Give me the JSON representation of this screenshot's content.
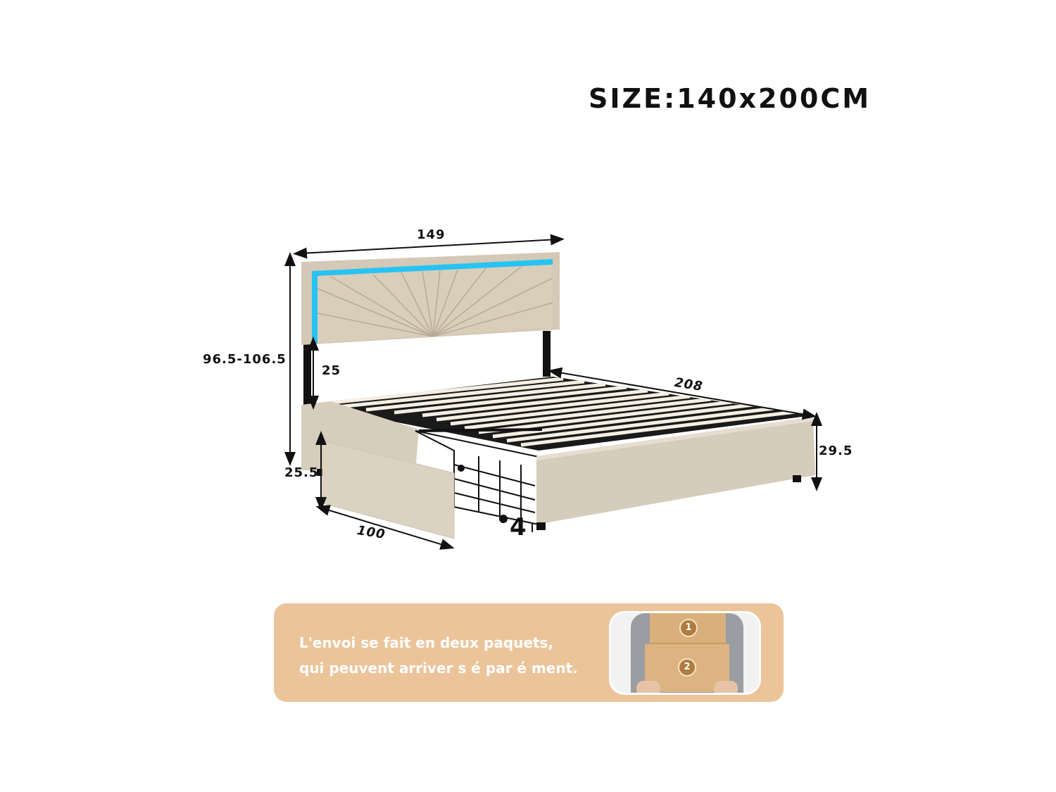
{
  "header": {
    "title": "SIZE:140x200CM"
  },
  "dimensions": {
    "headboard_width": "149",
    "total_height": "96.5-106.5",
    "headboard_clearance": "25",
    "bed_length": "208",
    "side_rail_height": "29.5",
    "drawer_height": "25.5",
    "drawer_length": "100",
    "drawer_count": "4"
  },
  "banner": {
    "line1": "L'envoi se fait en deux paquets,",
    "line2": "qui peuvent arriver s é par é ment.",
    "package_labels": [
      "1",
      "2"
    ]
  },
  "colors": {
    "fabric": "#d6cbbb",
    "led": "#27c3f2",
    "frame": "#111111",
    "slat": "#f4efe2",
    "banner_bg": "#ecc49a"
  }
}
